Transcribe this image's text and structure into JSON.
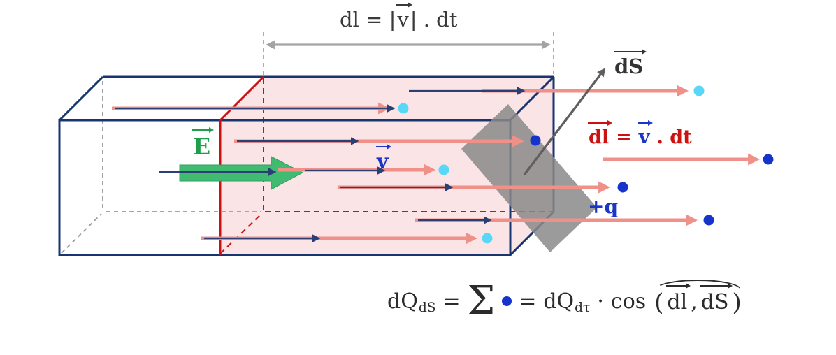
{
  "colors": {
    "background": "#ffffff",
    "navy": "#17356f",
    "red": "#cc1111",
    "pink_fill": "#f7cdd0",
    "salmon": "#ef9188",
    "arrow_navy": "#2b3f74",
    "green": "#41bb71",
    "green_text": "#1f9e4a",
    "cyan_dot": "#59d7f7",
    "blue_dot": "#1634cb",
    "blue_text": "#1a36c9",
    "gray_surface": "#8a8a8a",
    "gray_dark": "#5f5f5f",
    "gray_measure": "#a3a3a3",
    "gray_dash": "#9a9a9a",
    "text_dark": "#3a3a3a",
    "formula_text": "#2b2b2b"
  },
  "labels": {
    "top_measure_pre": "dl = |",
    "top_measure_v": "v",
    "top_measure_post": "| . dt",
    "e_field": "E",
    "velocity": "v",
    "ds": "dS",
    "dl_eq_dl": "dl",
    "dl_eq_equals": "=",
    "dl_eq_v": "v",
    "dl_eq_post": ". dt",
    "charge": "+q"
  },
  "formula": {
    "dq1": "dQ",
    "dq1_sub": "dS",
    "equals1": "=",
    "sigma": "Σ",
    "equals2": "=",
    "dq2": "dQ",
    "dq2_sub": "dτ",
    "cdot": "·",
    "cos": "cos",
    "open_paren": "(",
    "dl": "dl",
    "comma": ",",
    "ds": "dS",
    "close_paren": ")"
  }
}
